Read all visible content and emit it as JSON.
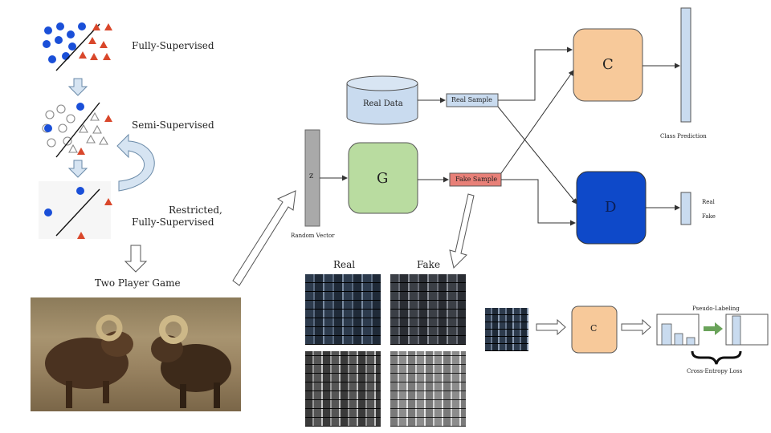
{
  "left_panel": {
    "fully_supervised": "Fully-Supervised",
    "semi_supervised": "Semi-Supervised",
    "restricted_line1": "Restricted,",
    "restricted_line2": "Fully-Supervised",
    "two_player_game": "Two Player Game"
  },
  "gan": {
    "real_data": "Real Data",
    "real_sample": "Real Sample",
    "fake_sample": "Fake Sample",
    "z": "z",
    "random_vector": "Random Vector",
    "generator": "G",
    "classifier": "C",
    "discriminator": "D",
    "class_prediction": "Class Prediction",
    "real_out": "Real",
    "fake_out": "Fake"
  },
  "samples": {
    "real_header": "Real",
    "fake_header": "Fake"
  },
  "pseudo": {
    "classifier": "C",
    "pseudo_labeling": "Pseudo-Labeling",
    "cross_entropy": "Cross-Entropy Loss"
  },
  "colors": {
    "blue_dot": "#1a4fd8",
    "red_triangle": "#d9472b",
    "classifier_fill": "#f7c99a",
    "generator_fill": "#b9dca0",
    "discriminator_fill": "#0e49c9",
    "real_data_fill": "#c9dbef",
    "fake_sample_fill": "#e88078",
    "arrow_green": "#6aa35a"
  }
}
